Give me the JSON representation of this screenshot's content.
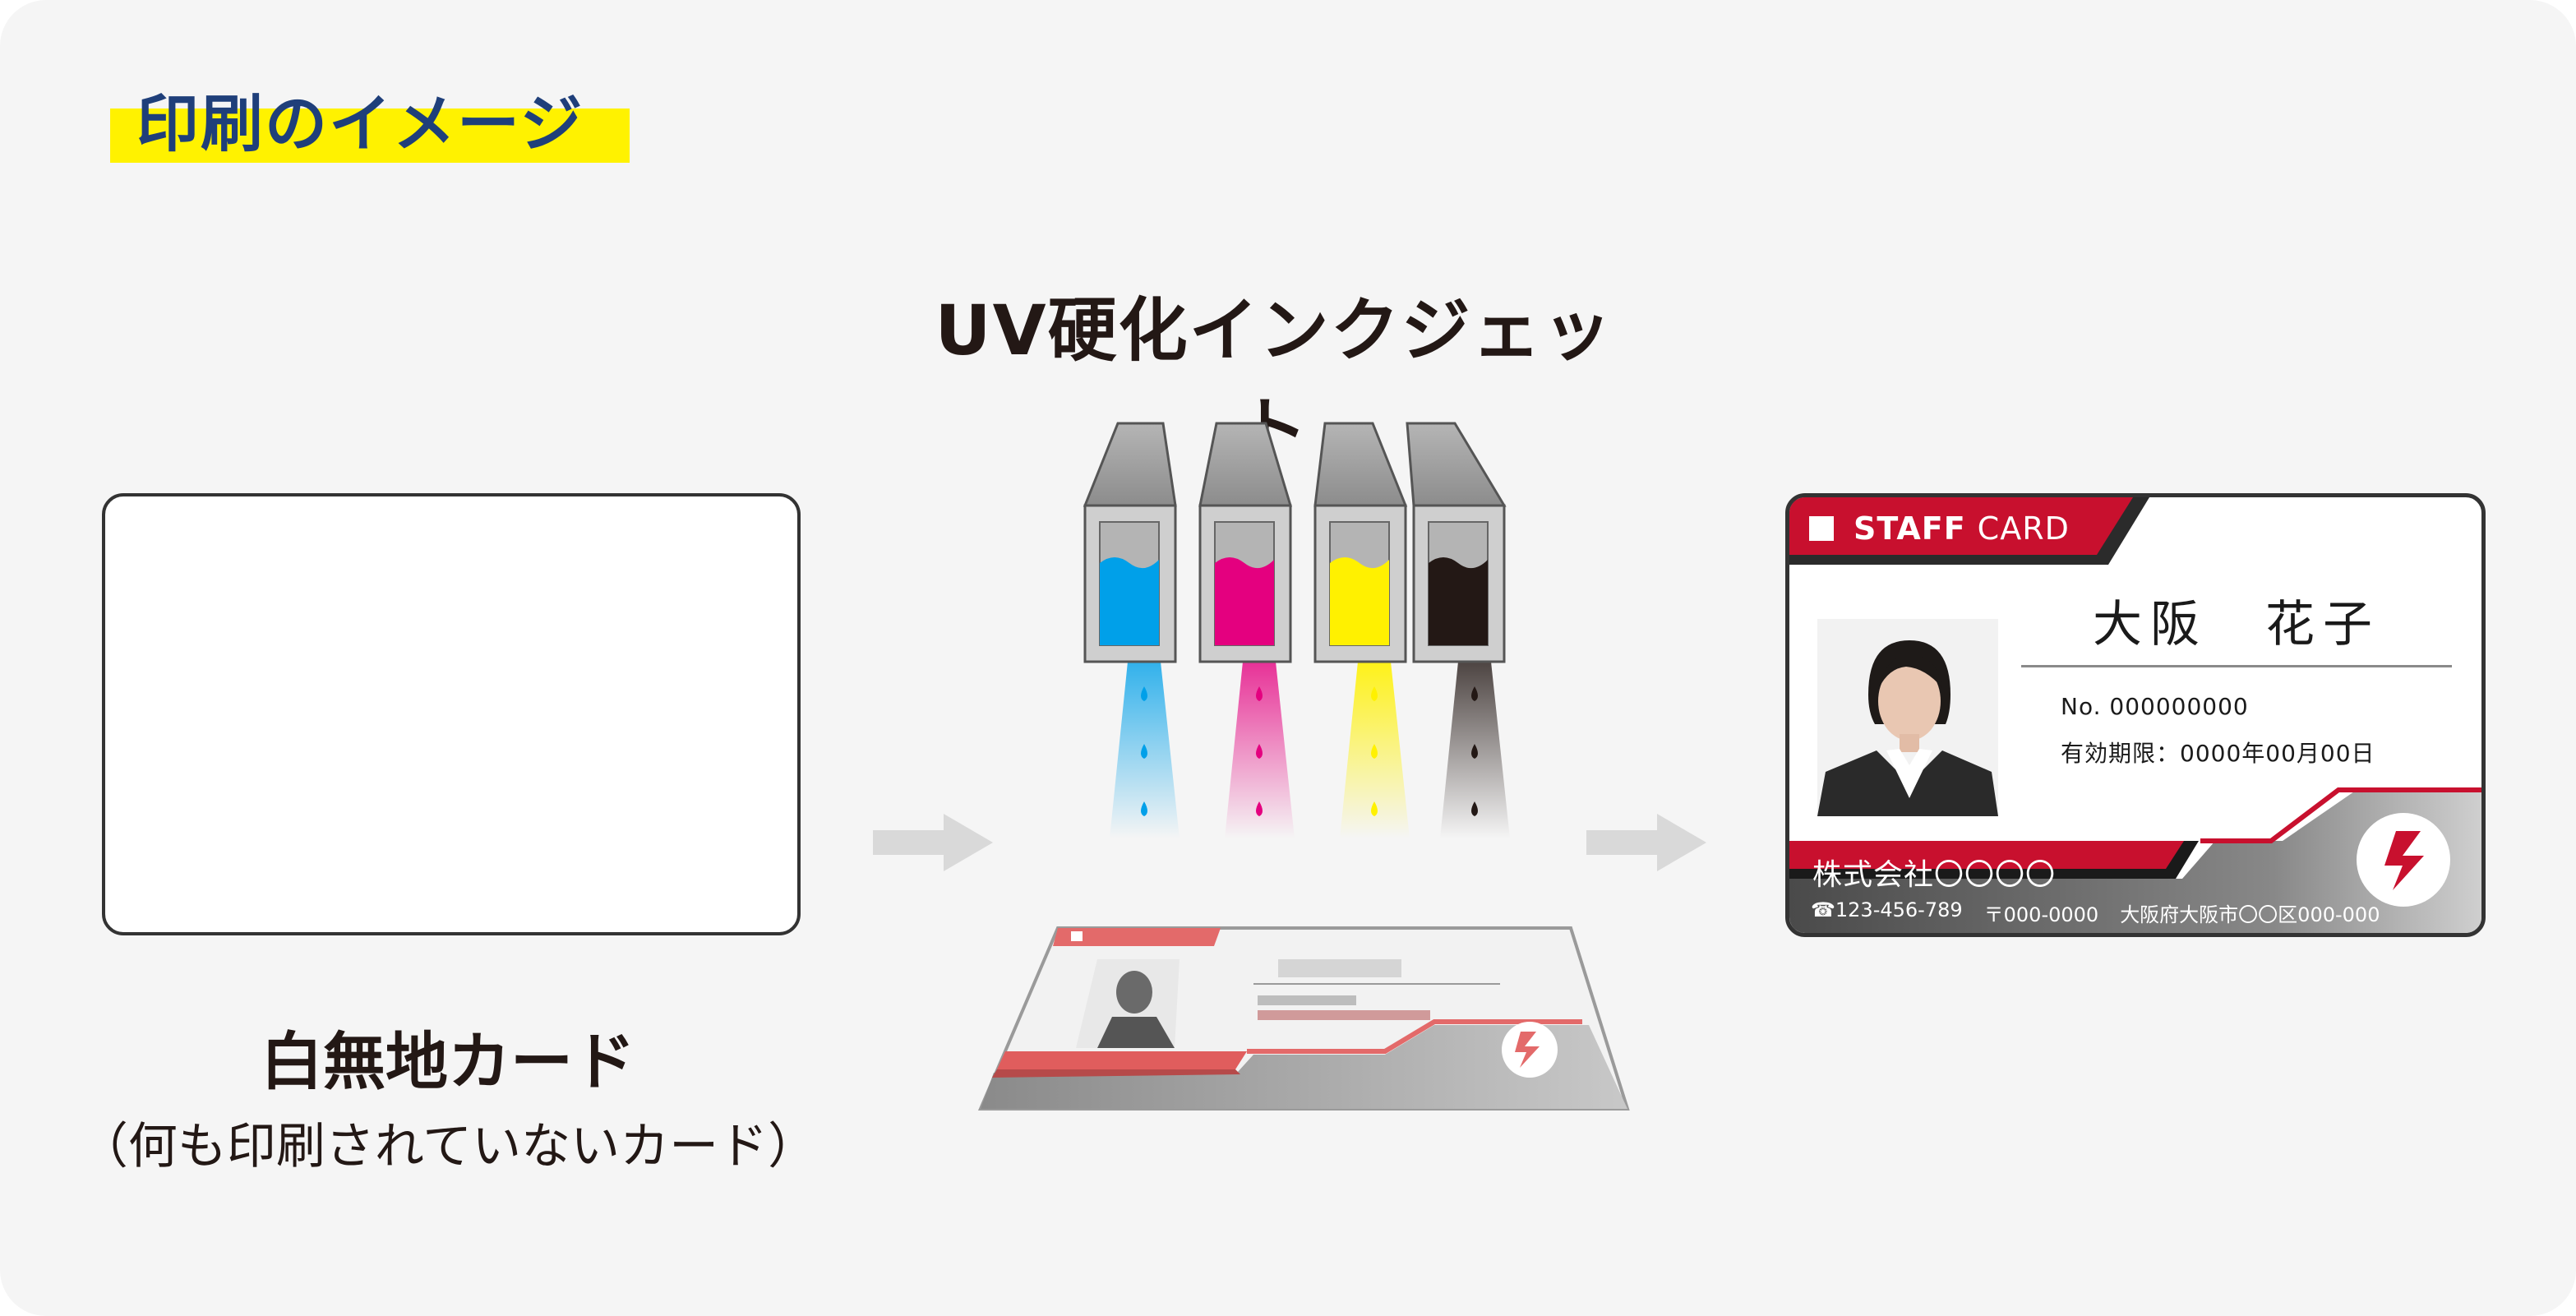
{
  "heading": "印刷のイメージ",
  "blank_card": {
    "label": "白無地カード",
    "sub_label": "（何も印刷されていないカード）"
  },
  "printer": {
    "title": "UV硬化インクジェット",
    "ink_colors": [
      "#00a0e9",
      "#e4007f",
      "#fff100",
      "#231815"
    ]
  },
  "staff_card": {
    "header_bold": "STAFF",
    "header_light": "CARD",
    "name": "大阪　花子",
    "number": "No. 000000000",
    "expiry": "有効期限：0000年00月00日",
    "company": "株式会社〇〇〇〇",
    "phone": "☎123-456-789",
    "postal": "〒000-0000",
    "address": "大阪府大阪市〇〇区000-000",
    "accent_color": "#c8102e"
  },
  "colors": {
    "heading_highlight": "#fff200",
    "heading_text": "#1f3f7a",
    "arrow": "#d9d9d9"
  }
}
